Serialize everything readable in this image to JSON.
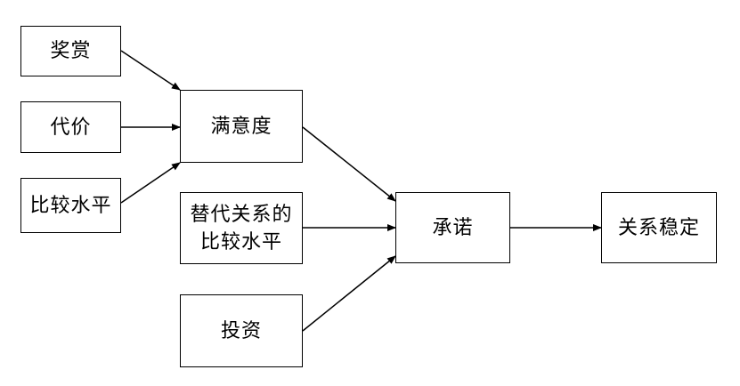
{
  "diagram": {
    "nodes": {
      "reward": "奖赏",
      "cost": "代价",
      "comparison_level": "比较水平",
      "satisfaction": "满意度",
      "alternative_comparison_line1": "替代关系的",
      "alternative_comparison_line2": "比较水平",
      "commitment": "承诺",
      "investment": "投资",
      "relationship_stability": "关系稳定"
    },
    "edges": [
      [
        "奖赏",
        "满意度"
      ],
      [
        "代价",
        "满意度"
      ],
      [
        "比较水平",
        "满意度"
      ],
      [
        "满意度",
        "承诺"
      ],
      [
        "替代关系的比较水平",
        "承诺"
      ],
      [
        "投资",
        "承诺"
      ],
      [
        "承诺",
        "关系稳定"
      ]
    ],
    "colors": {
      "stroke": "#000000",
      "background": "#ffffff"
    }
  }
}
